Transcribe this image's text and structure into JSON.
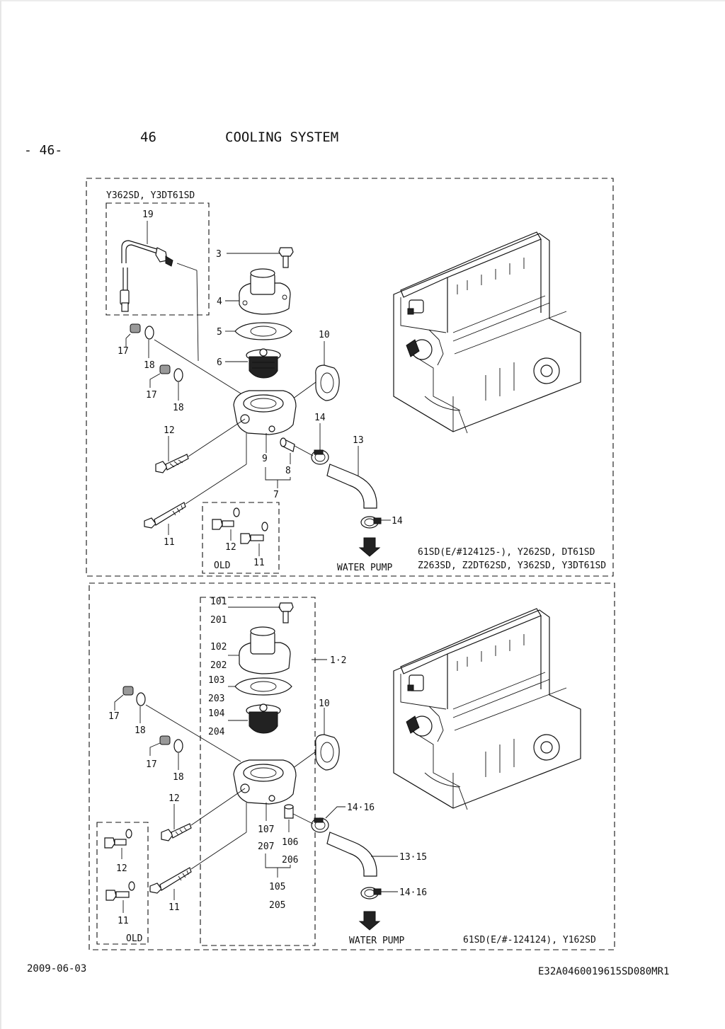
{
  "header": {
    "page_number": "- 46-",
    "section_number": "46",
    "section_title": "COOLING SYSTEM"
  },
  "top_panel": {
    "inset_label": "Y362SD, Y3DT61SD",
    "callouts": {
      "c19": "19",
      "c3": "3",
      "c4": "4",
      "c5": "5",
      "c6": "6",
      "c10": "10",
      "c17a": "17",
      "c18a": "18",
      "c17b": "17",
      "c18b": "18",
      "c14a": "14",
      "c13": "13",
      "c12": "12",
      "c9": "9",
      "c8": "8",
      "c7": "7",
      "c11": "11",
      "c14b": "14",
      "old12": "12",
      "old11": "11",
      "old_label": "OLD"
    },
    "water_pump_label": "WATER PUMP",
    "applicability_line1": "61SD(E/#124125-), Y262SD, DT61SD",
    "applicability_line2": "Z263SD, Z2DT62SD, Y362SD, Y3DT61SD"
  },
  "bottom_panel": {
    "callouts": {
      "c101": "101",
      "c201": "201",
      "c102": "102",
      "c202": "202",
      "c103": "103",
      "c203": "203",
      "c104": "104",
      "c204": "204",
      "c1_2": "1·2",
      "c10": "10",
      "c17a": "17",
      "c18a": "18",
      "c17b": "17",
      "c18b": "18",
      "c12": "12",
      "c14_16a": "14·16",
      "c107": "107",
      "c207": "207",
      "c106": "106",
      "c206": "206",
      "c105": "105",
      "c205": "205",
      "c13_15": "13·15",
      "c14_16b": "14·16",
      "c11": "11",
      "old12": "12",
      "old11": "11",
      "old_label": "OLD"
    },
    "water_pump_label": "WATER PUMP",
    "applicability": "61SD(E/#-124124), Y162SD"
  },
  "footer": {
    "date": "2009-06-03",
    "document_code": "E32A0460019615SD080MR1"
  }
}
